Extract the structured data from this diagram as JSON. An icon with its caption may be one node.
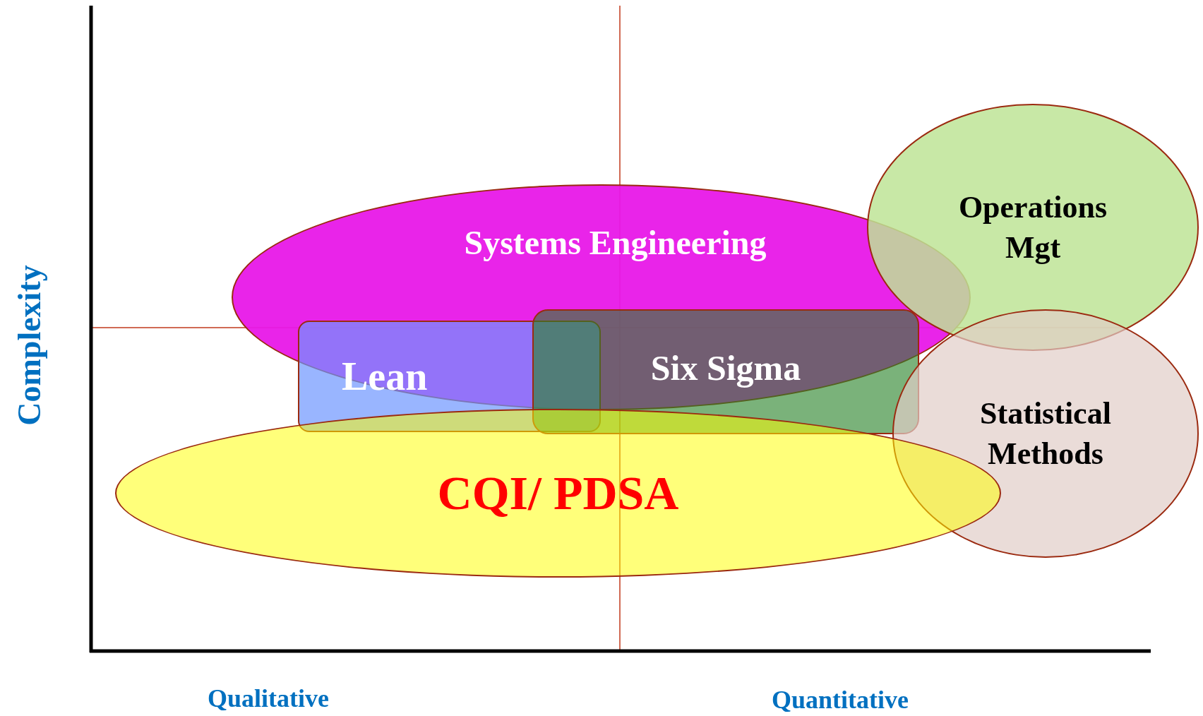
{
  "diagram": {
    "nodes": [
      {
        "text": [
          "Systems Engineering"
        ]
      },
      {
        "text": [
          "Lean"
        ]
      },
      {
        "text": [
          "Six Sigma"
        ]
      },
      {
        "text": [
          "CQI/ PDSA"
        ]
      },
      {
        "text": [
          "Operations Mgt"
        ]
      },
      {
        "text": [
          "Statistical Methods"
        ]
      }
    ],
    "labels": [
      "Complexity",
      "Qualitative",
      "Quantitative"
    ]
  }
}
